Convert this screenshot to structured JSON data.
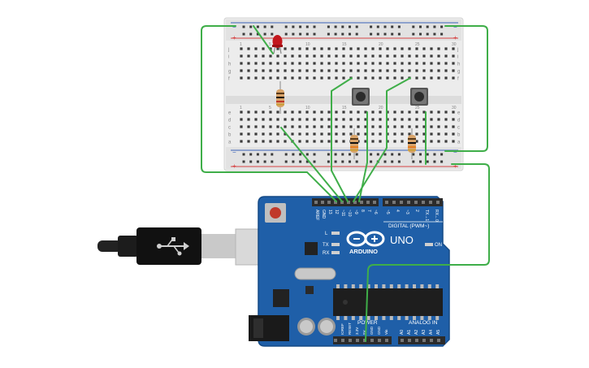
{
  "colors": {
    "wire": "#3fae49",
    "board": "#1f5fa8",
    "board_dark": "#154a86",
    "header": "#2b2b2b",
    "breadboard": "#ececec",
    "rail_red": "#d64545",
    "rail_blue": "#3a63b8",
    "led": "#c3161c"
  },
  "breadboard": {
    "rail_plus": "+",
    "rail_minus": "−",
    "row_labels_top": [
      "j",
      "i",
      "h",
      "g",
      "f"
    ],
    "row_labels_bottom": [
      "e",
      "d",
      "c",
      "b",
      "a"
    ],
    "column_numbers": [
      "1",
      "5",
      "10",
      "15",
      "20",
      "25",
      "30"
    ]
  },
  "arduino": {
    "logo_text": "ARDUINO",
    "model": "UNO",
    "digital_label": "DIGITAL (PWM~)",
    "analog_label": "ANALOG IN",
    "power_label": "POWER",
    "on_label": "ON",
    "l_label": "L",
    "tx_label": "TX",
    "rx_label": "RX",
    "top_pin_labels": [
      "AREF",
      "GND",
      "13",
      "12",
      "~11",
      "~10",
      "~9",
      "8",
      "7",
      "~6",
      "~5",
      "4",
      "~3",
      "2",
      "TX→1",
      "RX←0"
    ],
    "power_pin_labels": [
      "IOREF",
      "RESET",
      "3.3V",
      "5V",
      "GND",
      "GND",
      "Vin"
    ],
    "analog_pin_labels": [
      "A0",
      "A1",
      "A2",
      "A3",
      "A4",
      "A5"
    ]
  },
  "components": {
    "led": "led",
    "pushbuttons": 2,
    "resistors": 3
  }
}
